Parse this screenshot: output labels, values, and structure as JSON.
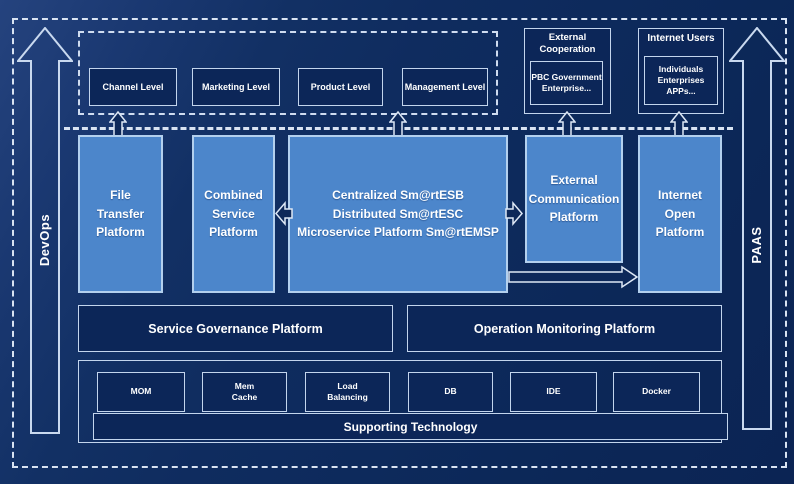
{
  "rails": {
    "left": "DevOps",
    "right": "PAAS"
  },
  "colors": {
    "background": "#0e2a5e",
    "panel_dark": "#0c2658",
    "panel_light": "#4c86cb",
    "border_light": "#c3d5ed",
    "text": "#ffffff"
  },
  "icons": {
    "left_rail": "up-arrow",
    "right_rail": "up-arrow",
    "flow_up": "up-arrow",
    "flow_left": "left-arrow",
    "flow_right": "right-arrow",
    "flow_long_right": "long-right-arrow"
  },
  "top_row": {
    "levels": [
      "Channel Level",
      "Marketing Level",
      "Product Level",
      "Management Level"
    ],
    "external_cooperation": {
      "title": "External\nCooperation",
      "members": "PBC Government\nEnterprise..."
    },
    "internet_users": {
      "title": "Internet Users",
      "members": "Individuals\nEnterprises\nAPPs..."
    }
  },
  "platforms": {
    "file_transfer": "File\nTransfer\nPlatform",
    "combined_service": "Combined\nService\nPlatform",
    "esb": "Centralized Sm@rtESB\nDistributed Sm@rtESC\nMicroservice Platform Sm@rtEMSP",
    "external_communication": "External\nCommunication\nPlatform",
    "internet_open": "Internet\nOpen\nPlatform"
  },
  "governance": {
    "service_governance": "Service Governance Platform",
    "operation_monitoring": "Operation Monitoring Platform"
  },
  "supporting": {
    "technologies": [
      "MOM",
      "Mem\nCache",
      "Load\nBalancing",
      "DB",
      "IDE",
      "Docker"
    ],
    "bar": "Supporting Technology"
  }
}
